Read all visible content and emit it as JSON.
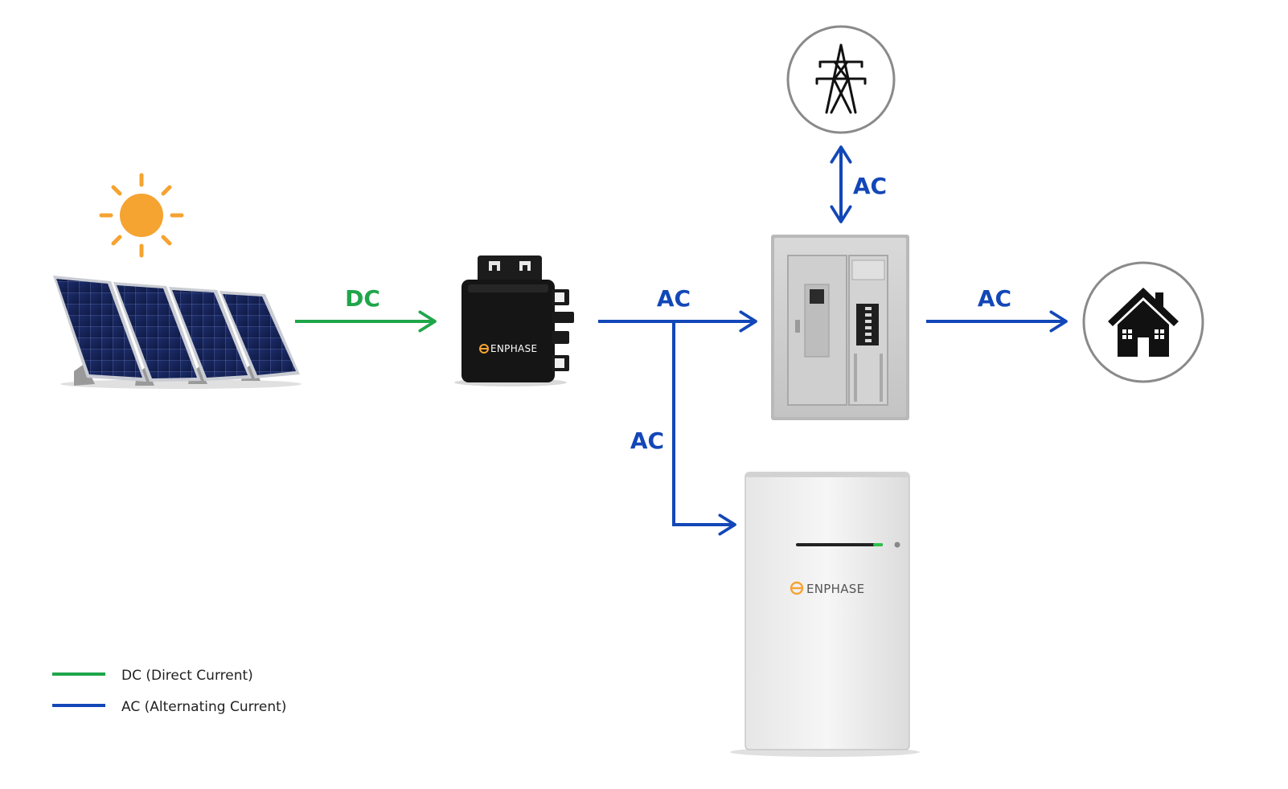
{
  "colors": {
    "dc": "#1fa64a",
    "ac": "#1347b8",
    "sun": "#f5a331",
    "circle_stroke": "#8a8a8a",
    "brand_accent": "#f5a331"
  },
  "flow_labels": {
    "panels_to_inverter": "DC",
    "inverter_to_panel": "AC",
    "grid_to_panel": "AC",
    "panel_to_home": "AC",
    "to_battery": "AC"
  },
  "devices": {
    "inverter_brand": "ENPHASE",
    "battery_brand": "ENPHASE"
  },
  "icons": {
    "sun": "sun-icon",
    "solar_panels": "solar-panel-array",
    "inverter": "microinverter-device",
    "electrical_panel": "load-center-panel",
    "grid": "transmission-tower-icon",
    "home": "house-icon",
    "battery": "battery-storage-unit"
  },
  "legend": [
    {
      "label": "DC (Direct Current)",
      "color": "#1fa64a"
    },
    {
      "label": "AC (Alternating Current)",
      "color": "#1347b8"
    }
  ]
}
